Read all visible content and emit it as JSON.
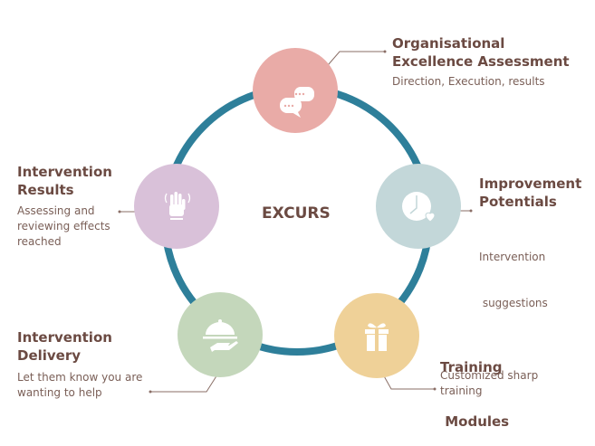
{
  "center_label": "EXCURS",
  "nodes": [
    {
      "title": "Organisational Excellence Assessment",
      "title_lines": [
        "Organisational",
        "Excellence Assessment"
      ],
      "desc_lines": [
        "Direction, Execution, results"
      ],
      "icon": "chat-bubbles-icon",
      "color": "#e9aba7"
    },
    {
      "title": "Improvement Potentials",
      "title_lines": [
        "Improvement",
        "Potentials"
      ],
      "desc_lines": [
        "Intervention",
        " suggestions"
      ],
      "icon": "clock-heart-icon",
      "color": "#c3d7d9"
    },
    {
      "title": "Training Modules",
      "title_lines": [
        "Training",
        " Modules"
      ],
      "desc_lines": [
        "Customized sharp",
        "training"
      ],
      "icon": "gift-icon",
      "color": "#efd198"
    },
    {
      "title": "Intervention Delivery",
      "title_lines": [
        "Intervention",
        "Delivery"
      ],
      "desc_lines": [
        "Let them know you are",
        "wanting to help"
      ],
      "icon": "serving-tray-icon",
      "color": "#c4d7bb"
    },
    {
      "title": "Intervention Results",
      "title_lines": [
        "Intervention",
        "Results"
      ],
      "desc_lines": [
        "Assessing and",
        "reviewing effects",
        "reached"
      ],
      "icon": "raised-hand-icon",
      "color": "#d9c1d9"
    }
  ],
  "ring_color": "#2e7f9a"
}
